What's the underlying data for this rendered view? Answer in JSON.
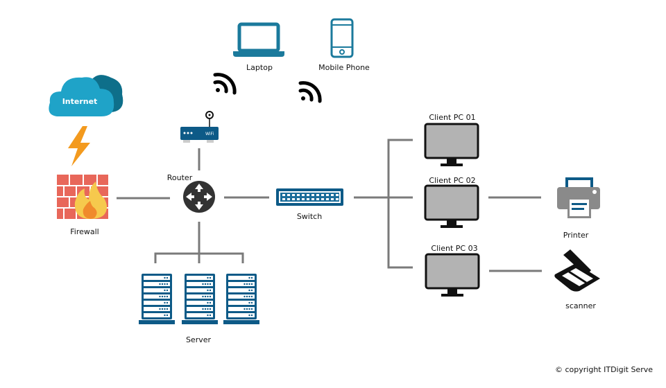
{
  "labels": {
    "laptop": "Laptop",
    "mobile_phone": "Mobile Phone",
    "internet": "Internet",
    "router": "Router",
    "wifi": "WiFi",
    "firewall": "Firewall",
    "switch": "Switch",
    "server": "Server",
    "client_pc_01": "Client PC 01",
    "client_pc_02": "Client PC 02",
    "client_pc_03": "Client PC 03",
    "printer": "Printer",
    "scanner": "scanner"
  },
  "copyright": "© copyright ITDigit Serve",
  "colors": {
    "device_blue": "#1b7a9c",
    "cloud_light": "#1fa3c8",
    "cloud_dark": "#0e6f8a",
    "network_blue": "#0d5a87",
    "link_gray": "#7a7a7a",
    "lightning": "#f39a1e",
    "firewall_brick": "#e8675a",
    "flame": "#f6c94d",
    "monitor_gray": "#b3b3b3"
  }
}
